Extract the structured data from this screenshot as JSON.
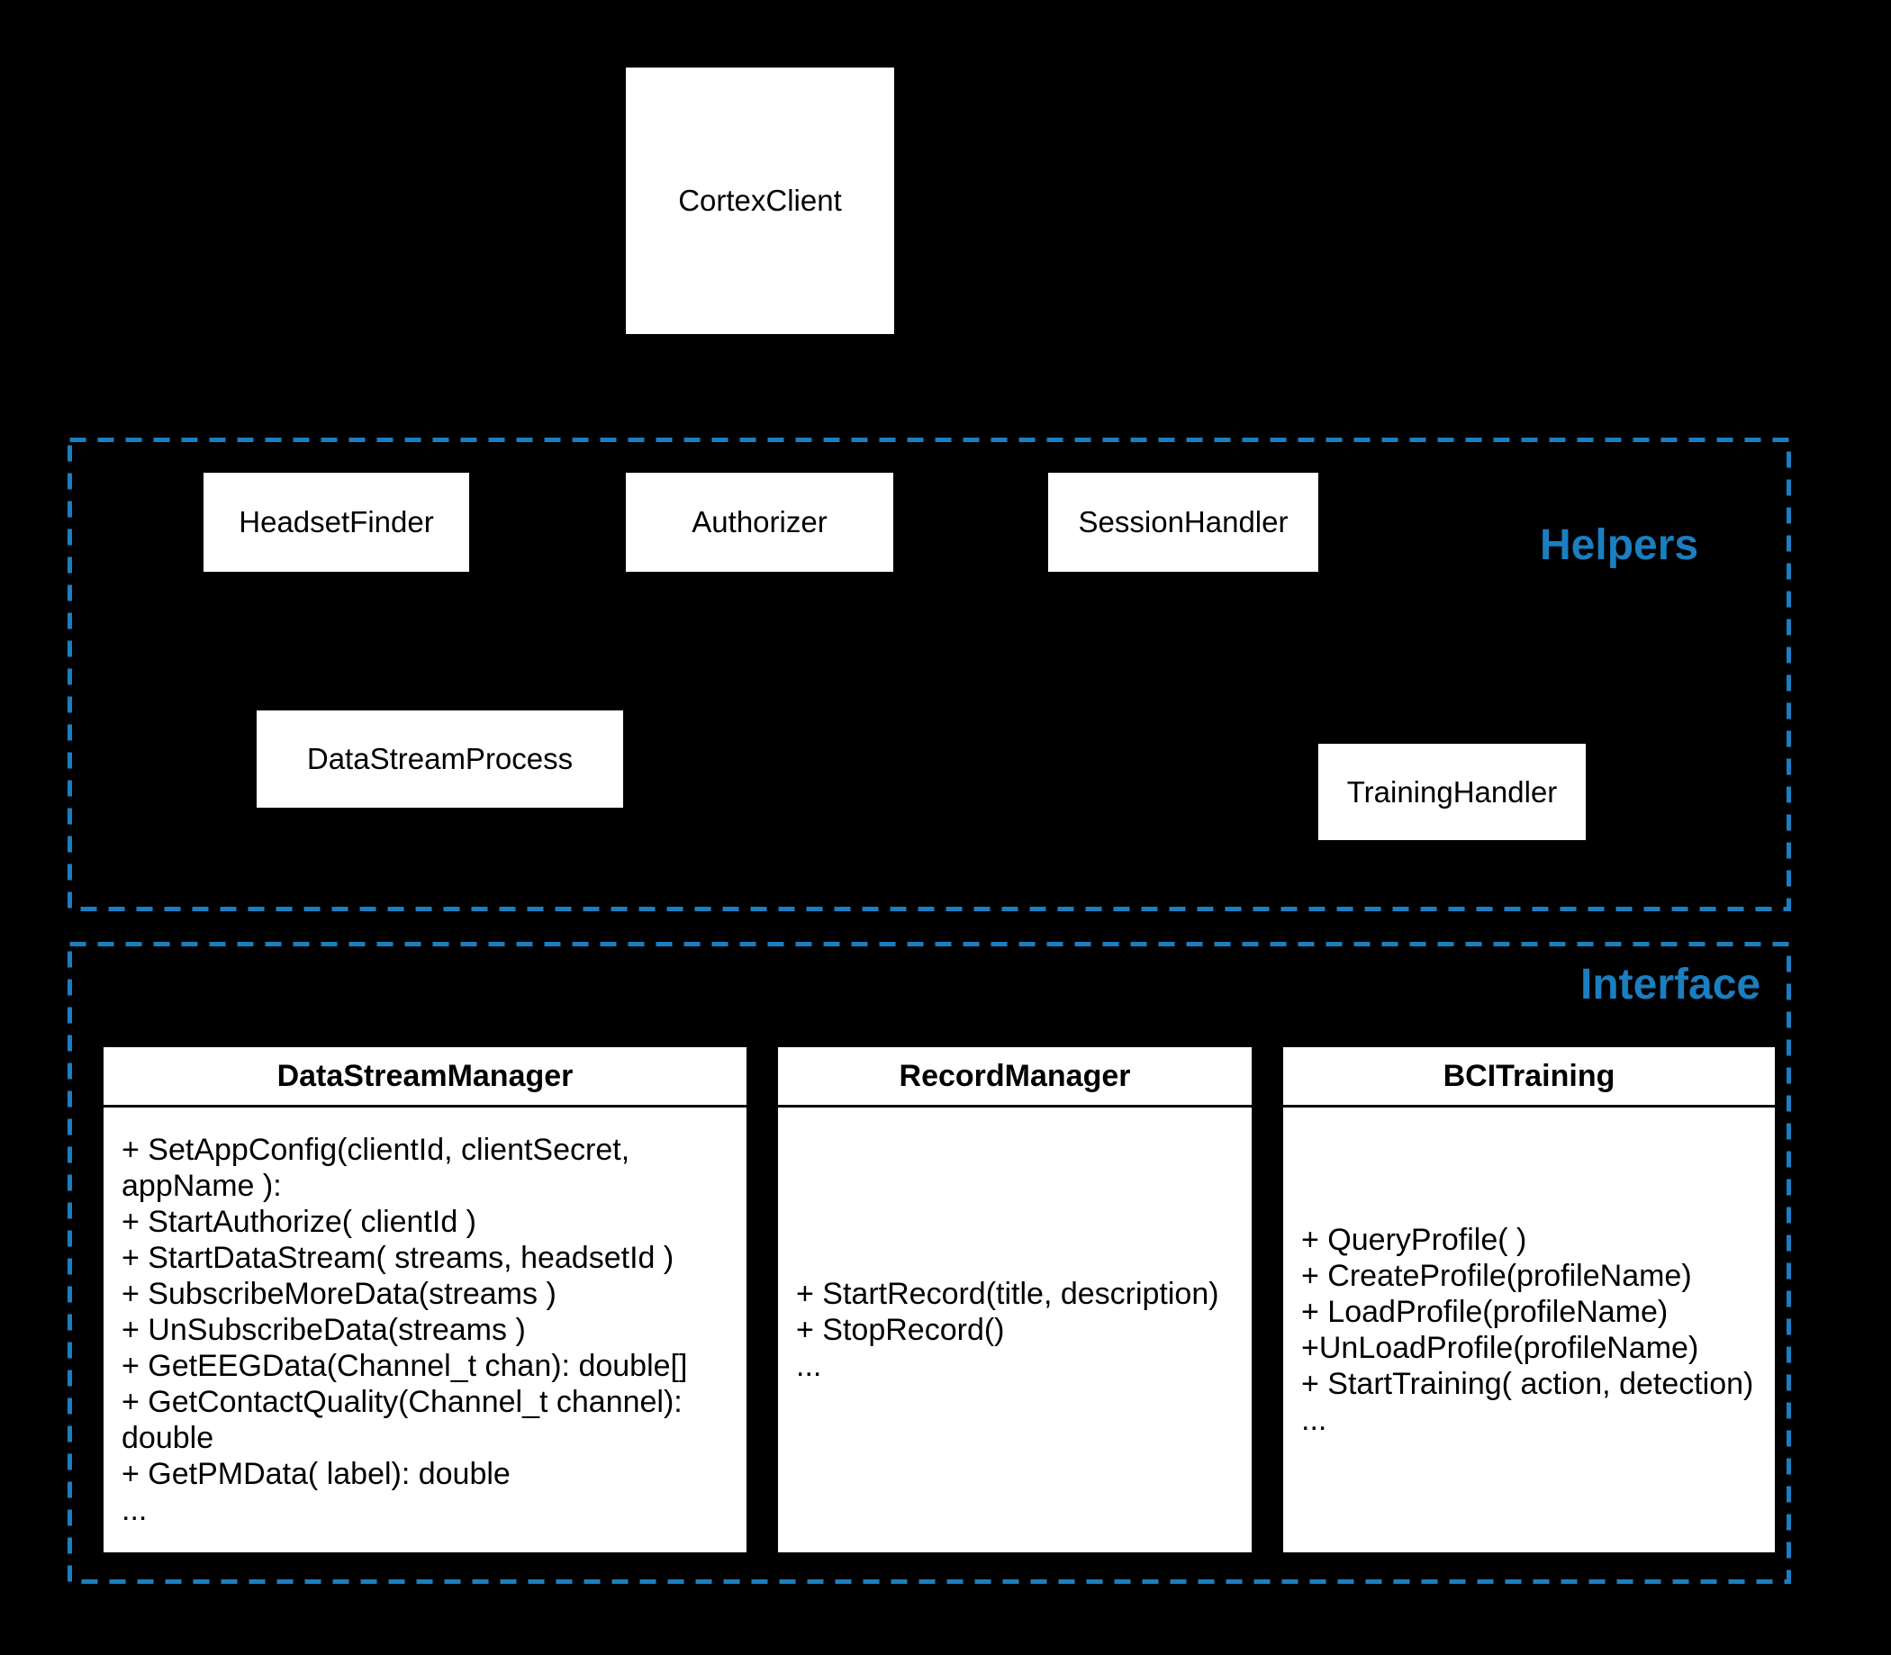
{
  "colors": {
    "background": "#000000",
    "accent": "#1b7ec0",
    "node_fill": "#ffffff",
    "node_text": "#000000"
  },
  "root_node": {
    "label": "CortexClient"
  },
  "helpers_group": {
    "label": "Helpers",
    "nodes": [
      {
        "label": "HeadsetFinder"
      },
      {
        "label": "Authorizer"
      },
      {
        "label": "SessionHandler"
      },
      {
        "label": "DataStreamProcess"
      },
      {
        "label": "TrainingHandler"
      }
    ]
  },
  "interface_group": {
    "label": "Interface",
    "classes": [
      {
        "name": "DataStreamManager",
        "methods": [
          "+ SetAppConfig(clientId, clientSecret, appName ):",
          "+ StartAuthorize( clientId )",
          "+ StartDataStream( streams, headsetId )",
          "+ SubscribeMoreData(streams )",
          "+ UnSubscribeData(streams )",
          "+ GetEEGData(Channel_t chan): double[]",
          "+ GetContactQuality(Channel_t channel): double",
          "+ GetPMData( label): double",
          "..."
        ]
      },
      {
        "name": "RecordManager",
        "methods": [
          "+ StartRecord(title, description)",
          "+ StopRecord()",
          "..."
        ]
      },
      {
        "name": "BCITraining",
        "methods": [
          "+ QueryProfile( )",
          "+ CreateProfile(profileName)",
          "+ LoadProfile(profileName)",
          "+UnLoadProfile(profileName)",
          "+ StartTraining( action, detection)",
          "..."
        ]
      }
    ]
  }
}
